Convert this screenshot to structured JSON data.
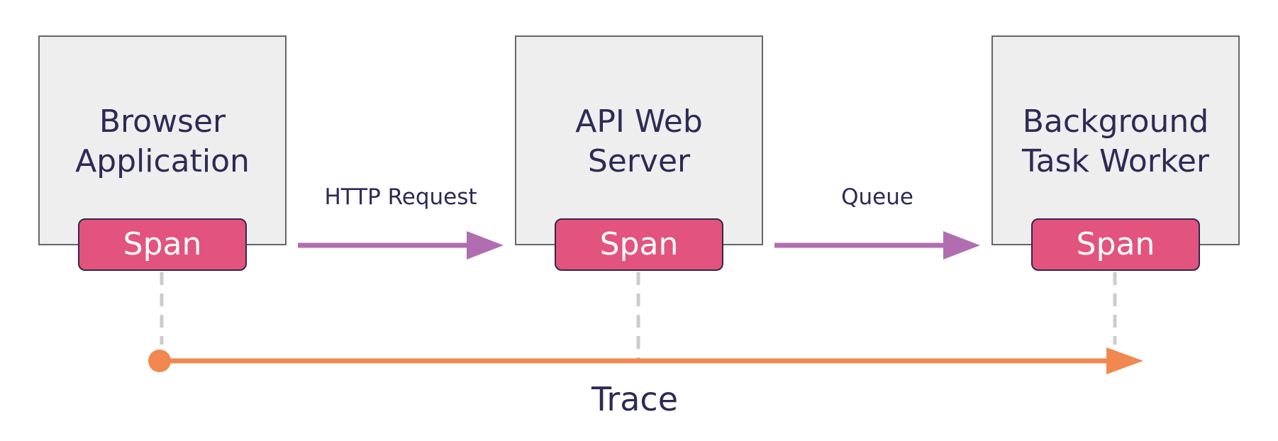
{
  "nodes": [
    {
      "line1": "Browser",
      "line2": "Application",
      "span": "Span"
    },
    {
      "line1": "API Web",
      "line2": "Server",
      "span": "Span"
    },
    {
      "line1": "Background",
      "line2": "Task Worker",
      "span": "Span"
    }
  ],
  "edges": [
    {
      "label": "HTTP Request"
    },
    {
      "label": "Queue"
    }
  ],
  "trace": {
    "label": "Trace"
  },
  "colors": {
    "box_fill": "#eeeeee",
    "box_border": "#666666",
    "span_fill": "#e2547d",
    "span_border": "#33264f",
    "edge_arrow": "#b06eb0",
    "trace_arrow": "#f08850",
    "connector": "#cccccc",
    "text": "#2e2a55"
  }
}
